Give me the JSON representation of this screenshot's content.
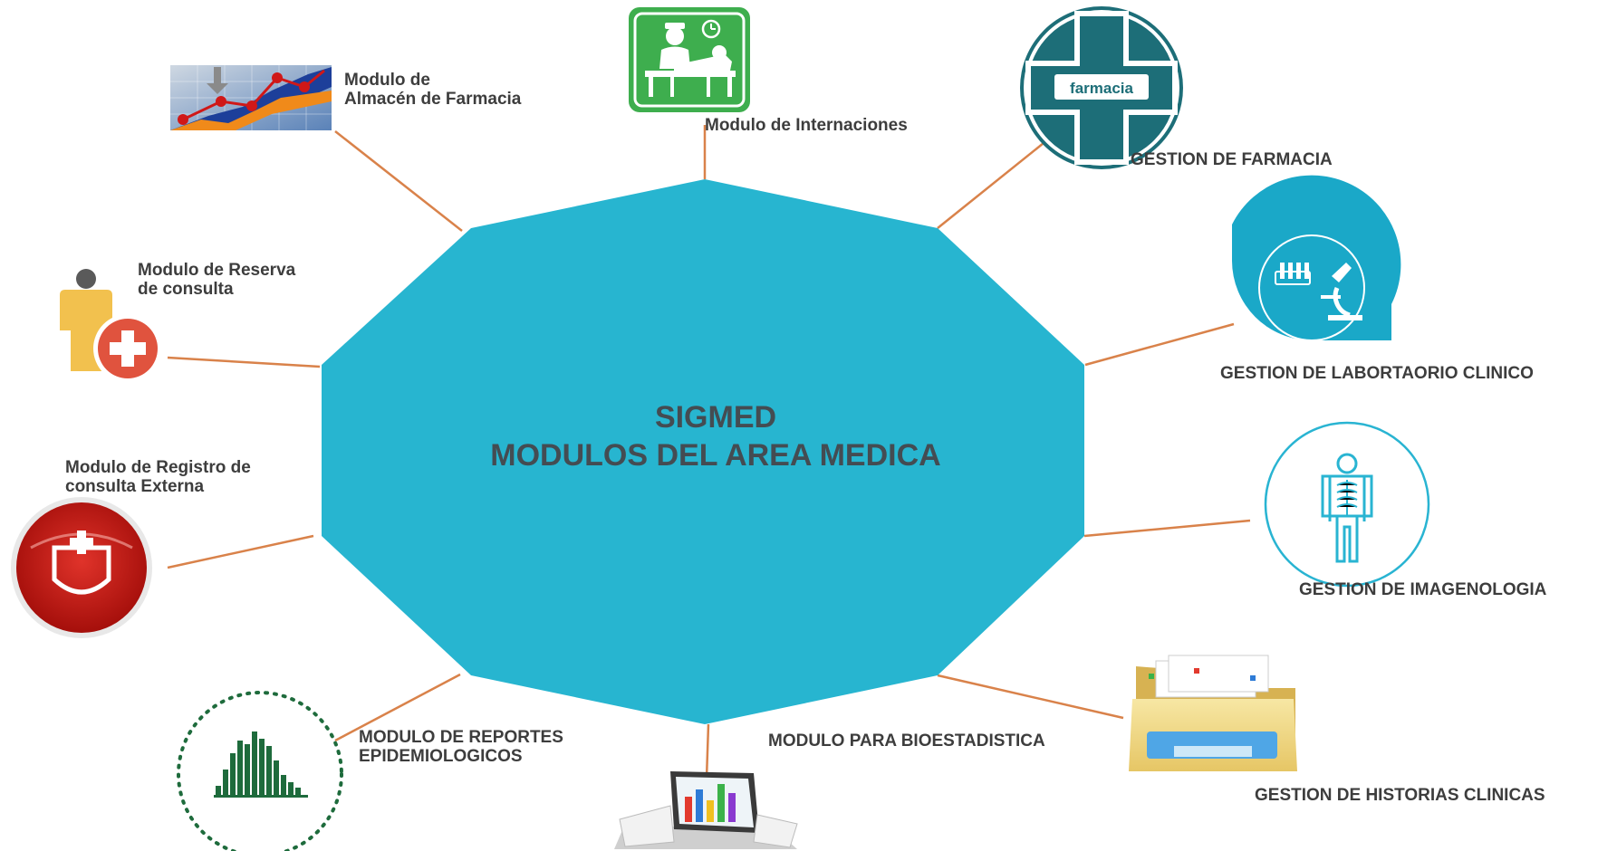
{
  "center": {
    "line1": "SIGMED",
    "line2": "MODULOS DEL AREA MEDICA",
    "fill": "#27b5d0"
  },
  "colors": {
    "connector": "#d9824a",
    "text": "#3d3d3d"
  },
  "modules": {
    "almacen": {
      "line1": "Modulo de",
      "line2": "Almacén de Farmacia",
      "icon": "trend-chart-icon"
    },
    "internaciones": {
      "label": "Modulo de Internaciones",
      "icon": "hospital-bed-icon"
    },
    "gestion_farmacia": {
      "label": "GESTION DE FARMACIA",
      "icon": "farmacia-icon",
      "icon_text": "farmacia"
    },
    "reserva": {
      "line1": "Modulo de Reserva",
      "line2": "de consulta",
      "icon": "patient-cross-icon"
    },
    "laboratorio": {
      "label": "GESTION DE LABORTAORIO CLINICO",
      "icon": "microscope-icon"
    },
    "registro": {
      "line1": "Modulo de Registro de",
      "line2": "consulta Externa",
      "icon": "nurse-cap-icon"
    },
    "imagenologia": {
      "label": "GESTION DE IMAGENOLOGIA",
      "icon": "xray-icon"
    },
    "reportes": {
      "line1": "MODULO DE REPORTES",
      "line2": "EPIDEMIOLOGICOS",
      "icon": "histogram-icon"
    },
    "bioestadistica": {
      "label": "MODULO PARA BIOESTADISTICA",
      "icon": "laptop-chart-icon"
    },
    "historias": {
      "label": "GESTION DE HISTORIAS CLINICAS",
      "icon": "folder-icon"
    }
  }
}
